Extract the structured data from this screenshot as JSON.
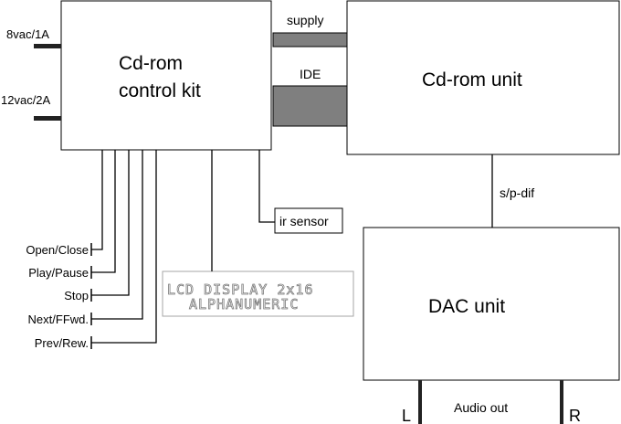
{
  "diagram": {
    "control_kit": {
      "line1": "Cd-rom",
      "line2": "control kit"
    },
    "cdrom_unit": {
      "title": "Cd-rom unit"
    },
    "dac_unit": {
      "title": "DAC unit"
    },
    "ir_sensor": {
      "label": "ir sensor"
    },
    "lcd_display": {
      "line1": "LCD DISPLAY 2x16",
      "line2": "ALPHANUMERIC"
    },
    "power_inputs": [
      {
        "label": "8vac/1A"
      },
      {
        "label": "12vac/2A"
      }
    ],
    "buses": {
      "supply": "supply",
      "ide": "IDE",
      "spdif": "s/p-dif"
    },
    "buttons": [
      {
        "label": "Open/Close"
      },
      {
        "label": "Play/Pause"
      },
      {
        "label": "Stop"
      },
      {
        "label": "Next/FFwd."
      },
      {
        "label": "Prev/Rew."
      }
    ],
    "audio": {
      "label": "Audio out",
      "left": "L",
      "right": "R"
    }
  }
}
